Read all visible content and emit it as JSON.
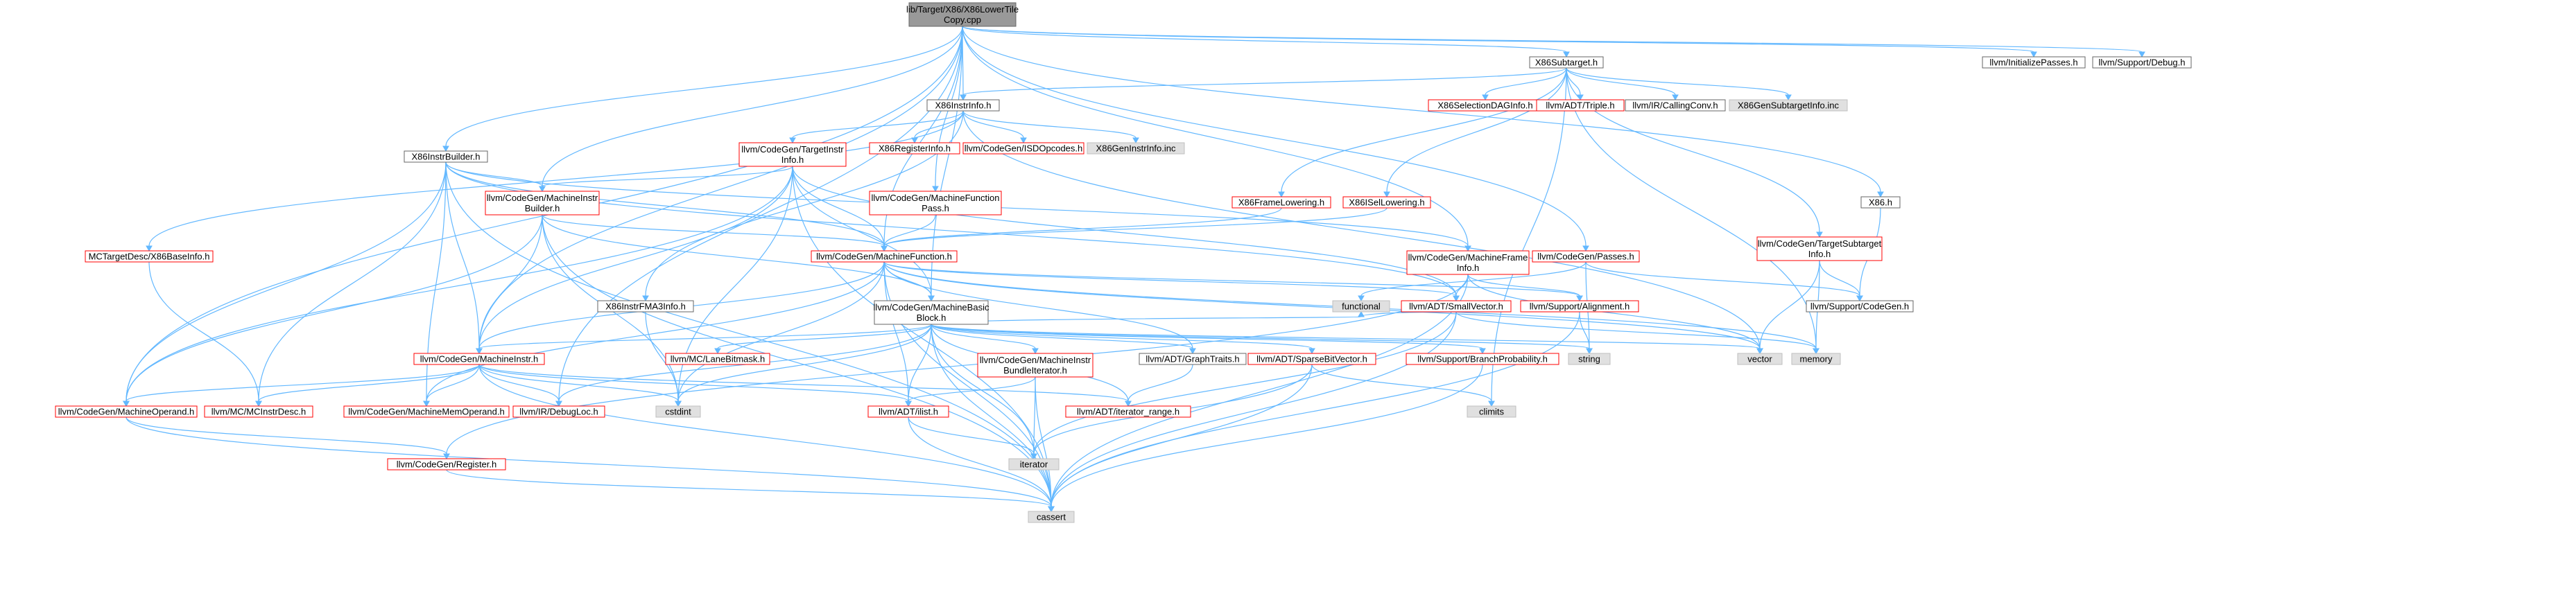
{
  "page": {
    "title": "lib/Target/X86/X86LowerTileCopy.cpp include dependency graph"
  },
  "legend_colors": {
    "root": "#999999",
    "linked": "#ff0000",
    "plain": "#666666",
    "external": "#bfbfbf",
    "edge": "#63b8ff"
  },
  "nodes": [
    {
      "id": "root",
      "kind": "root",
      "lines": [
        "lib/Target/X86/X86LowerTile",
        "Copy.cpp"
      ]
    },
    {
      "id": "X86InstrBuilder",
      "kind": "plain",
      "lines": [
        "X86InstrBuilder.h"
      ]
    },
    {
      "id": "X86InstrInfo",
      "kind": "plain",
      "lines": [
        "X86InstrInfo.h"
      ]
    },
    {
      "id": "X86Subtarget",
      "kind": "plain",
      "lines": [
        "X86Subtarget.h"
      ]
    },
    {
      "id": "X86",
      "kind": "plain",
      "lines": [
        "X86.h"
      ]
    },
    {
      "id": "InitializePasses",
      "kind": "plain",
      "lines": [
        "llvm/InitializePasses.h"
      ]
    },
    {
      "id": "SupportDebug",
      "kind": "plain",
      "lines": [
        "llvm/Support/Debug.h"
      ]
    },
    {
      "id": "MachineInstrBuilder",
      "kind": "linked",
      "lines": [
        "llvm/CodeGen/MachineInstr",
        "Builder.h"
      ]
    },
    {
      "id": "MachineFunction",
      "kind": "linked",
      "lines": [
        "llvm/CodeGen/MachineFunction.h"
      ]
    },
    {
      "id": "MachineBasicBlock",
      "kind": "plain",
      "lines": [
        "llvm/CodeGen/MachineBasic",
        "Block.h"
      ]
    },
    {
      "id": "MachineInstr",
      "kind": "linked",
      "lines": [
        "llvm/CodeGen/MachineInstr.h"
      ]
    },
    {
      "id": "MachineOperand",
      "kind": "linked",
      "lines": [
        "llvm/CodeGen/MachineOperand.h"
      ]
    },
    {
      "id": "TargetInstrInfo",
      "kind": "linked",
      "lines": [
        "llvm/CodeGen/TargetInstr",
        "Info.h"
      ]
    },
    {
      "id": "MachineFunctionPass",
      "kind": "linked",
      "lines": [
        "llvm/CodeGen/MachineFunction",
        "Pass.h"
      ]
    },
    {
      "id": "MachineFrameInfo",
      "kind": "linked",
      "lines": [
        "llvm/CodeGen/MachineFrame",
        "Info.h"
      ]
    },
    {
      "id": "MCTargetDescBase",
      "kind": "linked",
      "lines": [
        "MCTargetDesc/X86BaseInfo.h"
      ]
    },
    {
      "id": "X86RegisterInfo",
      "kind": "linked",
      "lines": [
        "X86RegisterInfo.h"
      ]
    },
    {
      "id": "ISDOpcodes",
      "kind": "linked",
      "lines": [
        "llvm/CodeGen/ISDOpcodes.h"
      ]
    },
    {
      "id": "X86GenInstrInfo",
      "kind": "external",
      "lines": [
        "X86GenInstrInfo.inc"
      ]
    },
    {
      "id": "X86SelectionDAGInfo",
      "kind": "linked",
      "lines": [
        "X86SelectionDAGInfo.h"
      ]
    },
    {
      "id": "ADTTriple",
      "kind": "linked",
      "lines": [
        "llvm/ADT/Triple.h"
      ]
    },
    {
      "id": "IRCallingConv",
      "kind": "plain",
      "lines": [
        "llvm/IR/CallingConv.h"
      ]
    },
    {
      "id": "X86GenSubtargetInfo",
      "kind": "external",
      "lines": [
        "X86GenSubtargetInfo.inc"
      ]
    },
    {
      "id": "X86FrameLowering",
      "kind": "linked",
      "lines": [
        "X86FrameLowering.h"
      ]
    },
    {
      "id": "X86ISelLowering",
      "kind": "linked",
      "lines": [
        "X86ISelLowering.h"
      ]
    },
    {
      "id": "CodeGenPasses",
      "kind": "linked",
      "lines": [
        "llvm/CodeGen/Passes.h"
      ]
    },
    {
      "id": "TargetSubtargetInfo",
      "kind": "linked",
      "lines": [
        "llvm/CodeGen/TargetSubtarget",
        "Info.h"
      ]
    },
    {
      "id": "X86InstrFMA3Info",
      "kind": "plain",
      "lines": [
        "X86InstrFMA3Info.h"
      ]
    },
    {
      "id": "SmallVector",
      "kind": "linked",
      "lines": [
        "llvm/ADT/SmallVector.h"
      ]
    },
    {
      "id": "SupportAlignment",
      "kind": "linked",
      "lines": [
        "llvm/Support/Alignment.h"
      ]
    },
    {
      "id": "SupportCodeGen",
      "kind": "plain",
      "lines": [
        "llvm/Support/CodeGen.h"
      ]
    },
    {
      "id": "LaneBitmask",
      "kind": "linked",
      "lines": [
        "llvm/MC/LaneBitmask.h"
      ]
    },
    {
      "id": "BundleIterator",
      "kind": "linked",
      "lines": [
        "llvm/CodeGen/MachineInstr",
        "BundleIterator.h"
      ]
    },
    {
      "id": "GraphTraits",
      "kind": "plain",
      "lines": [
        "llvm/ADT/GraphTraits.h"
      ]
    },
    {
      "id": "SparseBitVector",
      "kind": "linked",
      "lines": [
        "llvm/ADT/SparseBitVector.h"
      ]
    },
    {
      "id": "BranchProbability",
      "kind": "linked",
      "lines": [
        "llvm/Support/BranchProbability.h"
      ]
    },
    {
      "id": "functional",
      "kind": "external",
      "lines": [
        "functional"
      ]
    },
    {
      "id": "string",
      "kind": "external",
      "lines": [
        "string"
      ]
    },
    {
      "id": "vector",
      "kind": "external",
      "lines": [
        "vector"
      ]
    },
    {
      "id": "memory",
      "kind": "external",
      "lines": [
        "memory"
      ]
    },
    {
      "id": "MachineMemOperand",
      "kind": "linked",
      "lines": [
        "llvm/CodeGen/MachineMemOperand.h"
      ]
    },
    {
      "id": "DebugLoc",
      "kind": "linked",
      "lines": [
        "llvm/IR/DebugLoc.h"
      ]
    },
    {
      "id": "cstdint",
      "kind": "external",
      "lines": [
        "cstdint"
      ]
    },
    {
      "id": "ilist",
      "kind": "linked",
      "lines": [
        "llvm/ADT/ilist.h"
      ]
    },
    {
      "id": "iterator_range",
      "kind": "linked",
      "lines": [
        "llvm/ADT/iterator_range.h"
      ]
    },
    {
      "id": "MCInstrDesc",
      "kind": "linked",
      "lines": [
        "llvm/MC/MCInstrDesc.h"
      ]
    },
    {
      "id": "climits",
      "kind": "external",
      "lines": [
        "climits"
      ]
    },
    {
      "id": "iterator",
      "kind": "external",
      "lines": [
        "iterator"
      ]
    },
    {
      "id": "Register",
      "kind": "linked",
      "lines": [
        "llvm/CodeGen/Register.h"
      ]
    },
    {
      "id": "cassert",
      "kind": "external",
      "lines": [
        "cassert"
      ]
    }
  ],
  "edges": [
    [
      "root",
      "X86InstrBuilder"
    ],
    [
      "root",
      "X86InstrInfo"
    ],
    [
      "root",
      "X86Subtarget"
    ],
    [
      "root",
      "X86"
    ],
    [
      "root",
      "InitializePasses"
    ],
    [
      "root",
      "SupportDebug"
    ],
    [
      "root",
      "MachineInstrBuilder"
    ],
    [
      "root",
      "MachineFunction"
    ],
    [
      "root",
      "MachineBasicBlock"
    ],
    [
      "root",
      "MachineInstr"
    ],
    [
      "root",
      "MachineOperand"
    ],
    [
      "root",
      "MachineFunctionPass"
    ],
    [
      "root",
      "CodeGenPasses"
    ],
    [
      "root",
      "DebugLoc"
    ],
    [
      "root",
      "MachineFrameInfo"
    ],
    [
      "X86InstrBuilder",
      "MachineInstrBuilder"
    ],
    [
      "X86InstrBuilder",
      "MachineFunction"
    ],
    [
      "X86InstrBuilder",
      "MachineFrameInfo"
    ],
    [
      "X86InstrBuilder",
      "MachineInstr"
    ],
    [
      "X86InstrBuilder",
      "MachineOperand"
    ],
    [
      "X86InstrBuilder",
      "MachineMemOperand"
    ],
    [
      "X86InstrBuilder",
      "MCInstrDesc"
    ],
    [
      "X86InstrBuilder",
      "cassert"
    ],
    [
      "X86InstrBuilder",
      "SmallVector"
    ],
    [
      "X86InstrInfo",
      "MCTargetDescBase"
    ],
    [
      "X86InstrInfo",
      "X86InstrFMA3Info"
    ],
    [
      "X86InstrInfo",
      "X86RegisterInfo"
    ],
    [
      "X86InstrInfo",
      "ISDOpcodes"
    ],
    [
      "X86InstrInfo",
      "TargetInstrInfo"
    ],
    [
      "X86InstrInfo",
      "vector"
    ],
    [
      "X86InstrInfo",
      "X86GenInstrInfo"
    ],
    [
      "X86Subtarget",
      "X86FrameLowering"
    ],
    [
      "X86Subtarget",
      "X86ISelLowering"
    ],
    [
      "X86Subtarget",
      "X86InstrInfo"
    ],
    [
      "X86Subtarget",
      "X86SelectionDAGInfo"
    ],
    [
      "X86Subtarget",
      "ADTTriple"
    ],
    [
      "X86Subtarget",
      "IRCallingConv"
    ],
    [
      "X86Subtarget",
      "TargetSubtargetInfo"
    ],
    [
      "X86Subtarget",
      "climits"
    ],
    [
      "X86Subtarget",
      "memory"
    ],
    [
      "X86Subtarget",
      "X86GenSubtargetInfo"
    ],
    [
      "X86",
      "SupportCodeGen"
    ],
    [
      "TargetInstrInfo",
      "MachineInstrBuilder"
    ],
    [
      "TargetInstrInfo",
      "MachineFunction"
    ],
    [
      "TargetInstrInfo",
      "MachineBasicBlock"
    ],
    [
      "TargetInstrInfo",
      "MachineInstr"
    ],
    [
      "TargetInstrInfo",
      "MachineOperand"
    ],
    [
      "TargetInstrInfo",
      "cstdint"
    ],
    [
      "TargetInstrInfo",
      "cassert"
    ],
    [
      "TargetInstrInfo",
      "SmallVector"
    ],
    [
      "MachineInstrBuilder",
      "MachineFunction"
    ],
    [
      "MachineInstrBuilder",
      "MachineBasicBlock"
    ],
    [
      "MachineInstrBuilder",
      "MachineInstr"
    ],
    [
      "MachineInstrBuilder",
      "MachineOperand"
    ],
    [
      "MachineInstrBuilder",
      "cassert"
    ],
    [
      "MachineInstrBuilder",
      "cstdint"
    ],
    [
      "MachineFunctionPass",
      "MachineFunction"
    ],
    [
      "X86FrameLowering",
      "MachineFunction"
    ],
    [
      "X86ISelLowering",
      "MachineFunction"
    ],
    [
      "MachineFunction",
      "MachineBasicBlock"
    ],
    [
      "MachineFunction",
      "MachineInstr"
    ],
    [
      "MachineFunction",
      "MachineMemOperand"
    ],
    [
      "MachineFunction",
      "SmallVector"
    ],
    [
      "MachineFunction",
      "GraphTraits"
    ],
    [
      "MachineFunction",
      "ilist"
    ],
    [
      "MachineFunction",
      "cassert"
    ],
    [
      "MachineFunction",
      "cstdint"
    ],
    [
      "MachineFunction",
      "memory"
    ],
    [
      "MachineFunction",
      "vector"
    ],
    [
      "MachineFunction",
      "SupportAlignment"
    ],
    [
      "MachineFrameInfo",
      "SmallVector"
    ],
    [
      "MachineFrameInfo",
      "SupportAlignment"
    ],
    [
      "MachineFrameInfo",
      "Register"
    ],
    [
      "MachineFrameInfo",
      "cassert"
    ],
    [
      "MachineFrameInfo",
      "vector"
    ],
    [
      "CodeGenPasses",
      "SupportCodeGen"
    ],
    [
      "CodeGenPasses",
      "functional"
    ],
    [
      "CodeGenPasses",
      "string"
    ],
    [
      "TargetSubtargetInfo",
      "SupportCodeGen"
    ],
    [
      "TargetSubtargetInfo",
      "memory"
    ],
    [
      "TargetSubtargetInfo",
      "vector"
    ],
    [
      "MachineBasicBlock",
      "MachineInstr"
    ],
    [
      "MachineBasicBlock",
      "LaneBitmask"
    ],
    [
      "MachineBasicBlock",
      "BundleIterator"
    ],
    [
      "MachineBasicBlock",
      "GraphTraits"
    ],
    [
      "MachineBasicBlock",
      "SparseBitVector"
    ],
    [
      "MachineBasicBlock",
      "BranchProbability"
    ],
    [
      "MachineBasicBlock",
      "ilist"
    ],
    [
      "MachineBasicBlock",
      "iterator_range"
    ],
    [
      "MachineBasicBlock",
      "DebugLoc"
    ],
    [
      "MachineBasicBlock",
      "cassert"
    ],
    [
      "MachineBasicBlock",
      "cstdint"
    ],
    [
      "MachineBasicBlock",
      "functional"
    ],
    [
      "MachineBasicBlock",
      "iterator"
    ],
    [
      "MachineBasicBlock",
      "string"
    ],
    [
      "MachineBasicBlock",
      "vector"
    ],
    [
      "MachineInstr",
      "MachineOperand"
    ],
    [
      "MachineInstr",
      "MachineMemOperand"
    ],
    [
      "MachineInstr",
      "MCInstrDesc"
    ],
    [
      "MachineInstr",
      "DebugLoc"
    ],
    [
      "MachineInstr",
      "ilist"
    ],
    [
      "MachineInstr",
      "iterator_range"
    ],
    [
      "MachineInstr",
      "cassert"
    ],
    [
      "MachineInstr",
      "cstdint"
    ],
    [
      "MachineOperand",
      "Register"
    ],
    [
      "MachineOperand",
      "cassert"
    ],
    [
      "MCTargetDescBase",
      "MCInstrDesc"
    ],
    [
      "X86InstrFMA3Info",
      "cstdint"
    ],
    [
      "SmallVector",
      "cassert"
    ],
    [
      "SmallVector",
      "functional"
    ],
    [
      "SmallVector",
      "iterator"
    ],
    [
      "SmallVector",
      "memory"
    ],
    [
      "SupportAlignment",
      "cassert"
    ],
    [
      "SupportAlignment",
      "string"
    ],
    [
      "BundleIterator",
      "ilist"
    ],
    [
      "BundleIterator",
      "cassert"
    ],
    [
      "BundleIterator",
      "iterator"
    ],
    [
      "GraphTraits",
      "iterator_range"
    ],
    [
      "SparseBitVector",
      "climits"
    ],
    [
      "SparseBitVector",
      "iterator"
    ],
    [
      "SparseBitVector",
      "cassert"
    ],
    [
      "BranchProbability",
      "cassert"
    ],
    [
      "ilist",
      "iterator"
    ],
    [
      "ilist",
      "cassert"
    ],
    [
      "Register",
      "cassert"
    ]
  ]
}
